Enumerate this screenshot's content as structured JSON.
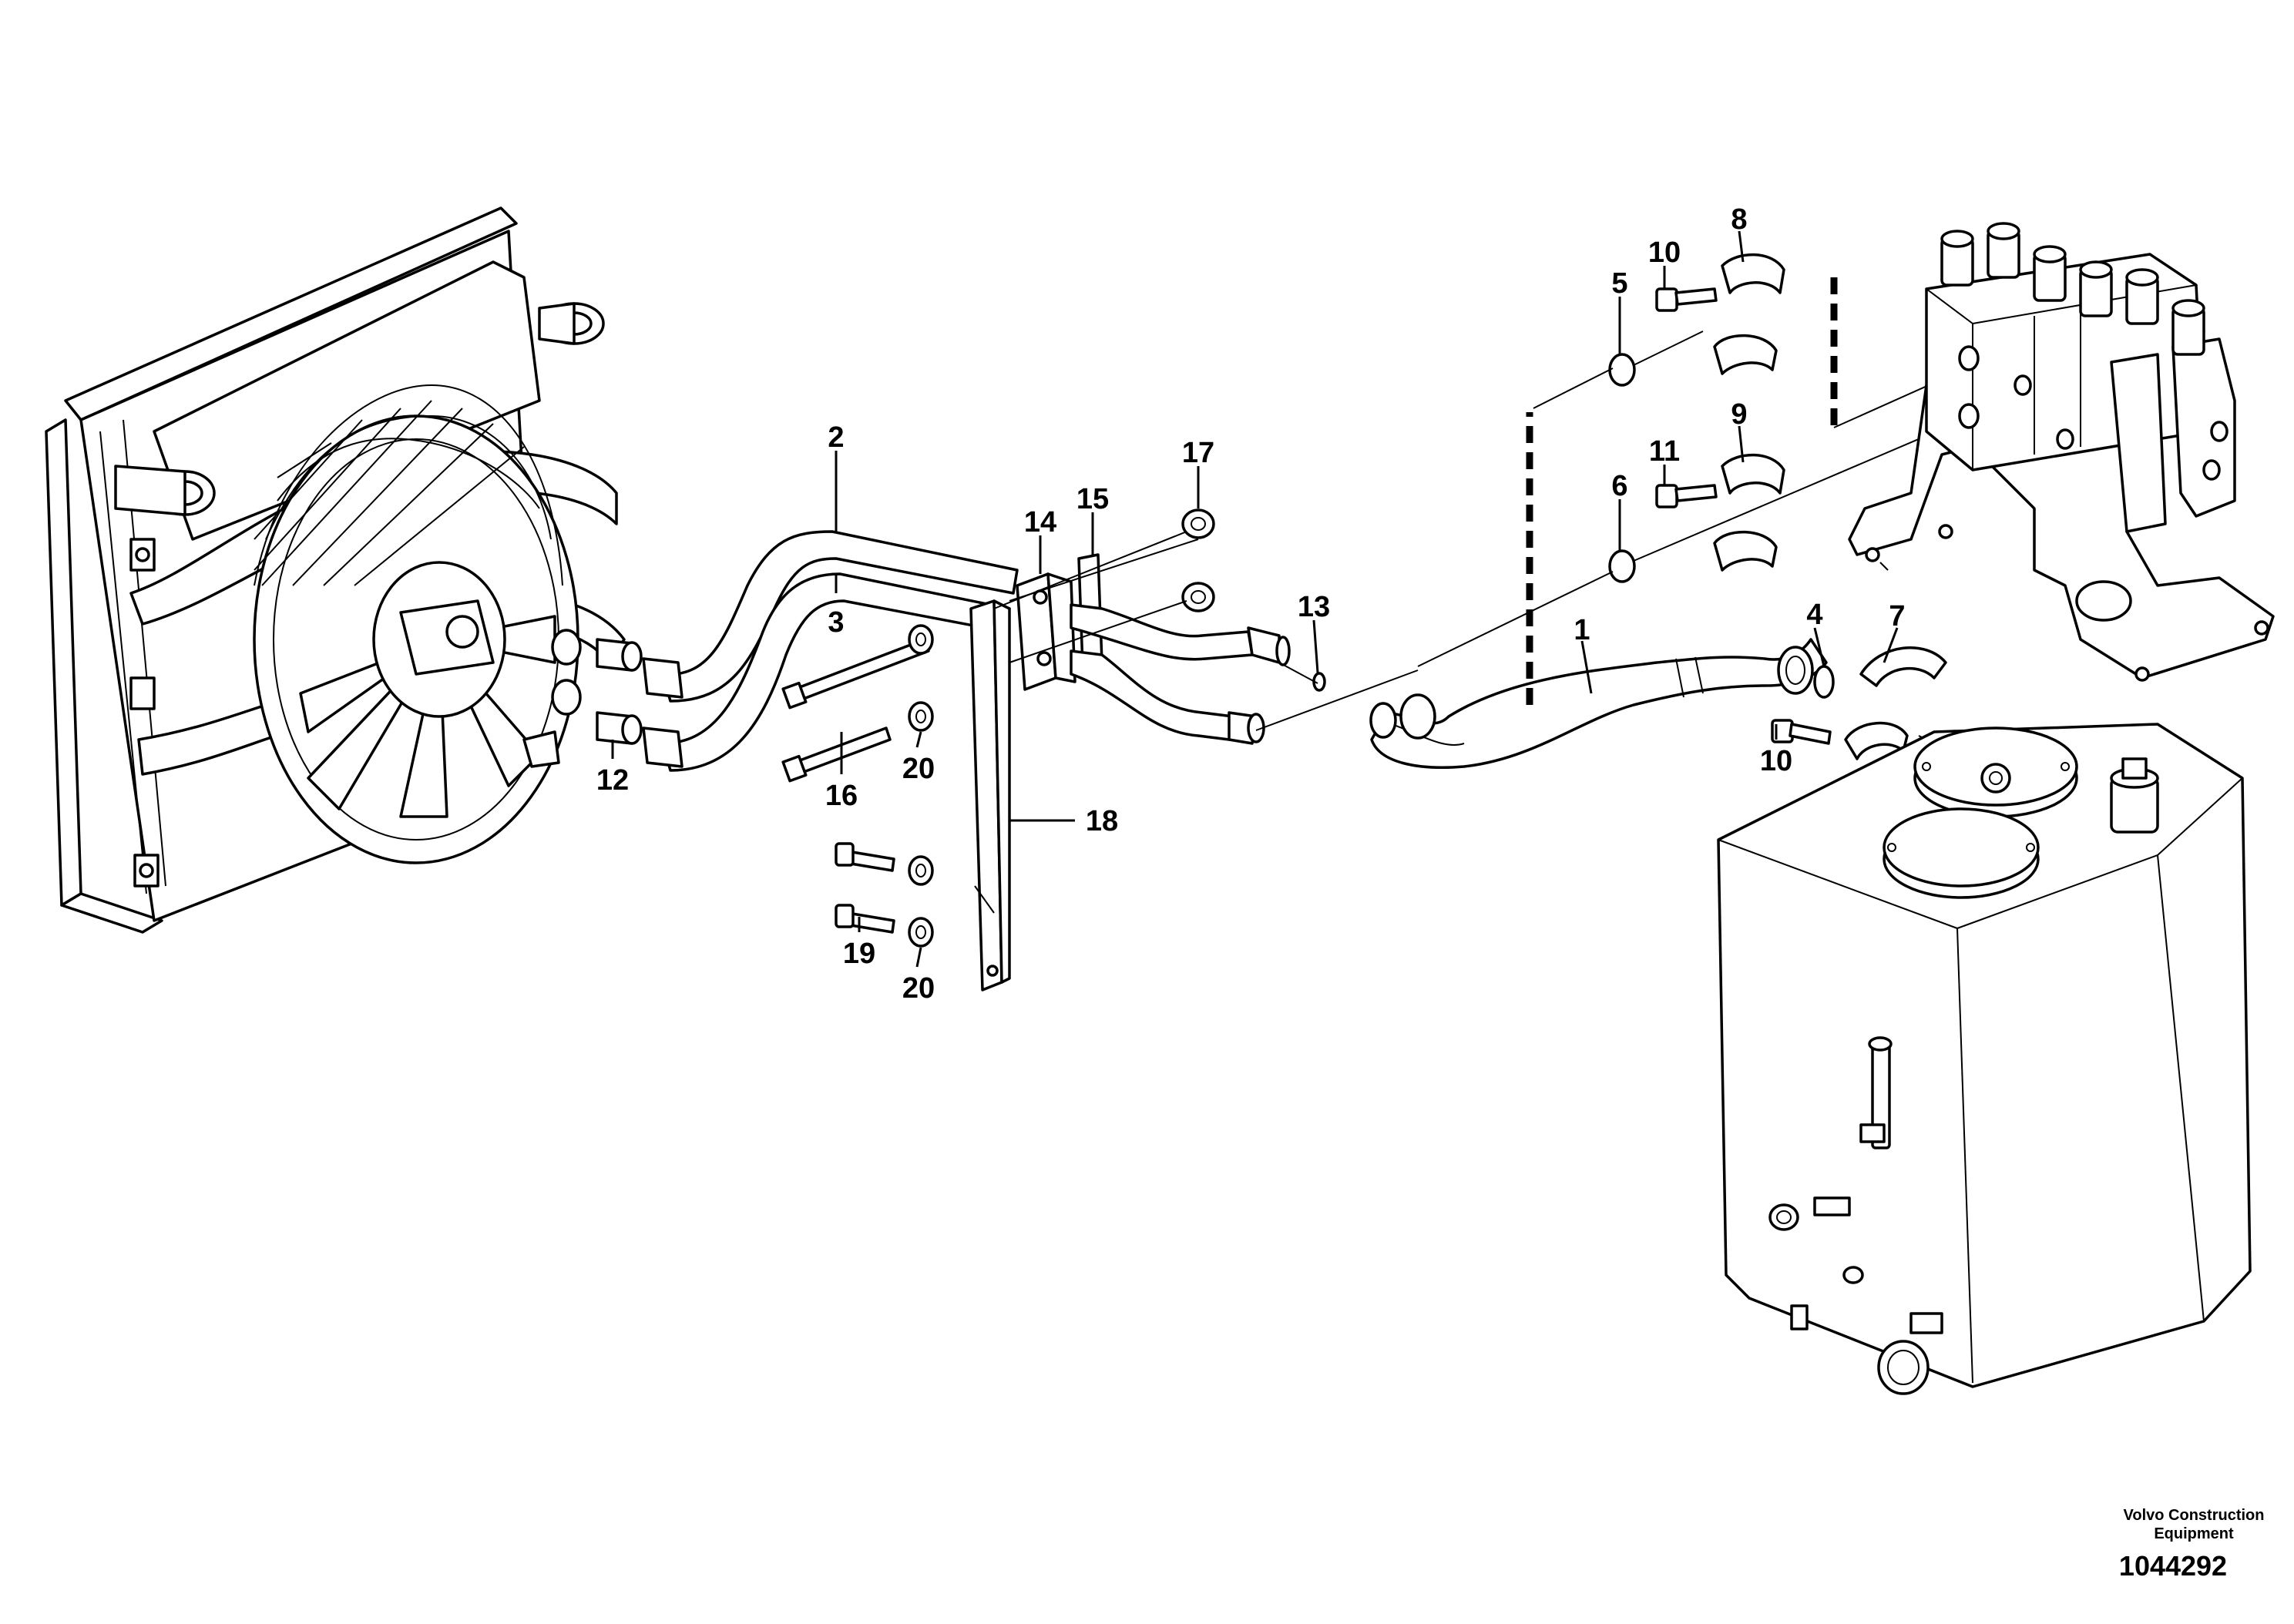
{
  "callouts": {
    "c1": "1",
    "c2": "2",
    "c3": "3",
    "c4": "4",
    "c5": "5",
    "c6": "6",
    "c7": "7",
    "c8": "8",
    "c9": "9",
    "c10a": "10",
    "c10b": "10",
    "c11": "11",
    "c12": "12",
    "c13": "13",
    "c14": "14",
    "c15": "15",
    "c16": "16",
    "c17": "17",
    "c18": "18",
    "c19": "19",
    "c20a": "20",
    "c20b": "20"
  },
  "footer": {
    "credit_line1": "Volvo Construction",
    "credit_line2": "Equipment",
    "drawing_number": "1044292"
  }
}
